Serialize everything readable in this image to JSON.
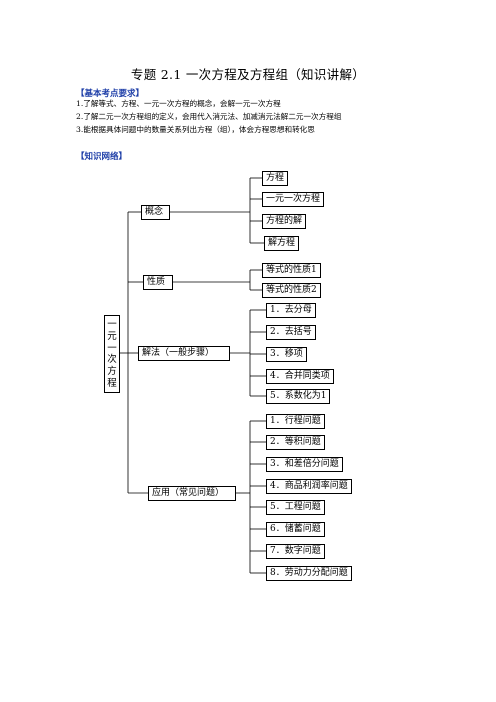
{
  "title": "专题 2.1    一次方程及方程组（知识讲解）",
  "requirements": {
    "heading": "【基本考点要求】",
    "items": [
      "1.了解等式、方程、一元一次方程的概念，会解一元一次方程",
      "2.了解二元一次方程组的定义，会用代入消元法、加减消元法解二元一次方程组",
      "3.能根据具体问题中的数量关系列出方程（组），体会方程思想和转化思"
    ]
  },
  "network_heading": "【知识网络】",
  "tree": {
    "root_chars": [
      "一",
      "元",
      "一",
      "次",
      "方",
      "程"
    ],
    "branches": [
      {
        "label": "概念",
        "children": [
          "方程",
          "一元一次方程",
          "方程的解",
          "解方程"
        ]
      },
      {
        "label": "性质",
        "children": [
          "等式的性质1",
          "等式的性质2"
        ]
      },
      {
        "label": "解法（一般步骤）",
        "children": [
          "1．去分母",
          "2．去括号",
          "3．移项",
          "4．合并同类项",
          "5．系数化为1"
        ]
      },
      {
        "label": "应用（常见问题）",
        "children": [
          "1．行程问题",
          "2．等积问题",
          "3．和差倍分问题",
          "4．商品利润率问题",
          "5．工程问题",
          "6．储蓄问题",
          "7．数字问题",
          "8．劳动力分配问题"
        ]
      }
    ]
  }
}
